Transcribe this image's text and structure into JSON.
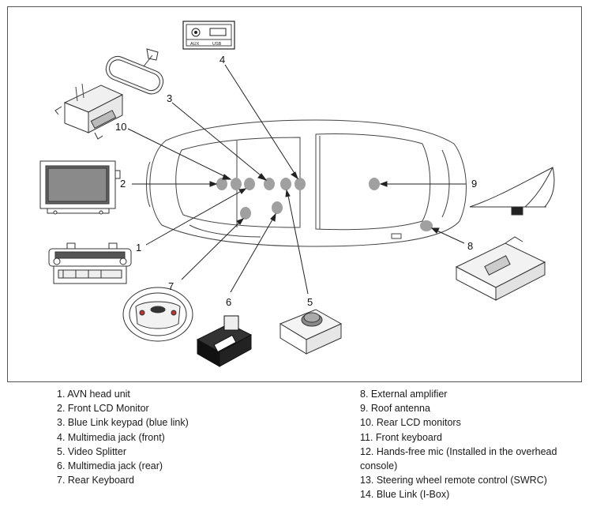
{
  "callouts": [
    "1",
    "2",
    "3",
    "4",
    "5",
    "6",
    "7",
    "8",
    "9",
    "10"
  ],
  "jack_labels": {
    "aux": "AUX",
    "usb": "USB"
  },
  "legend_left": [
    "1. AVN head unit",
    "2. Front LCD Monitor",
    "3. Blue Link keypad (blue link)",
    "4. Multimedia jack (front)",
    "5. Video Splitter",
    "6. Multimedia jack (rear)",
    "7. Rear Keyboard"
  ],
  "legend_right": [
    "8. External amplifier",
    "9. Roof antenna",
    "10. Rear LCD monitors",
    "11. Front keyboard",
    "12. Hands-free mic (Installed in the overhead console)",
    "13. Steering wheel remote control (SWRC)",
    "14. Blue Link (I-Box)"
  ],
  "colors": {
    "marker": "#a0a0a0",
    "line": "#222222",
    "border": "#555555"
  }
}
